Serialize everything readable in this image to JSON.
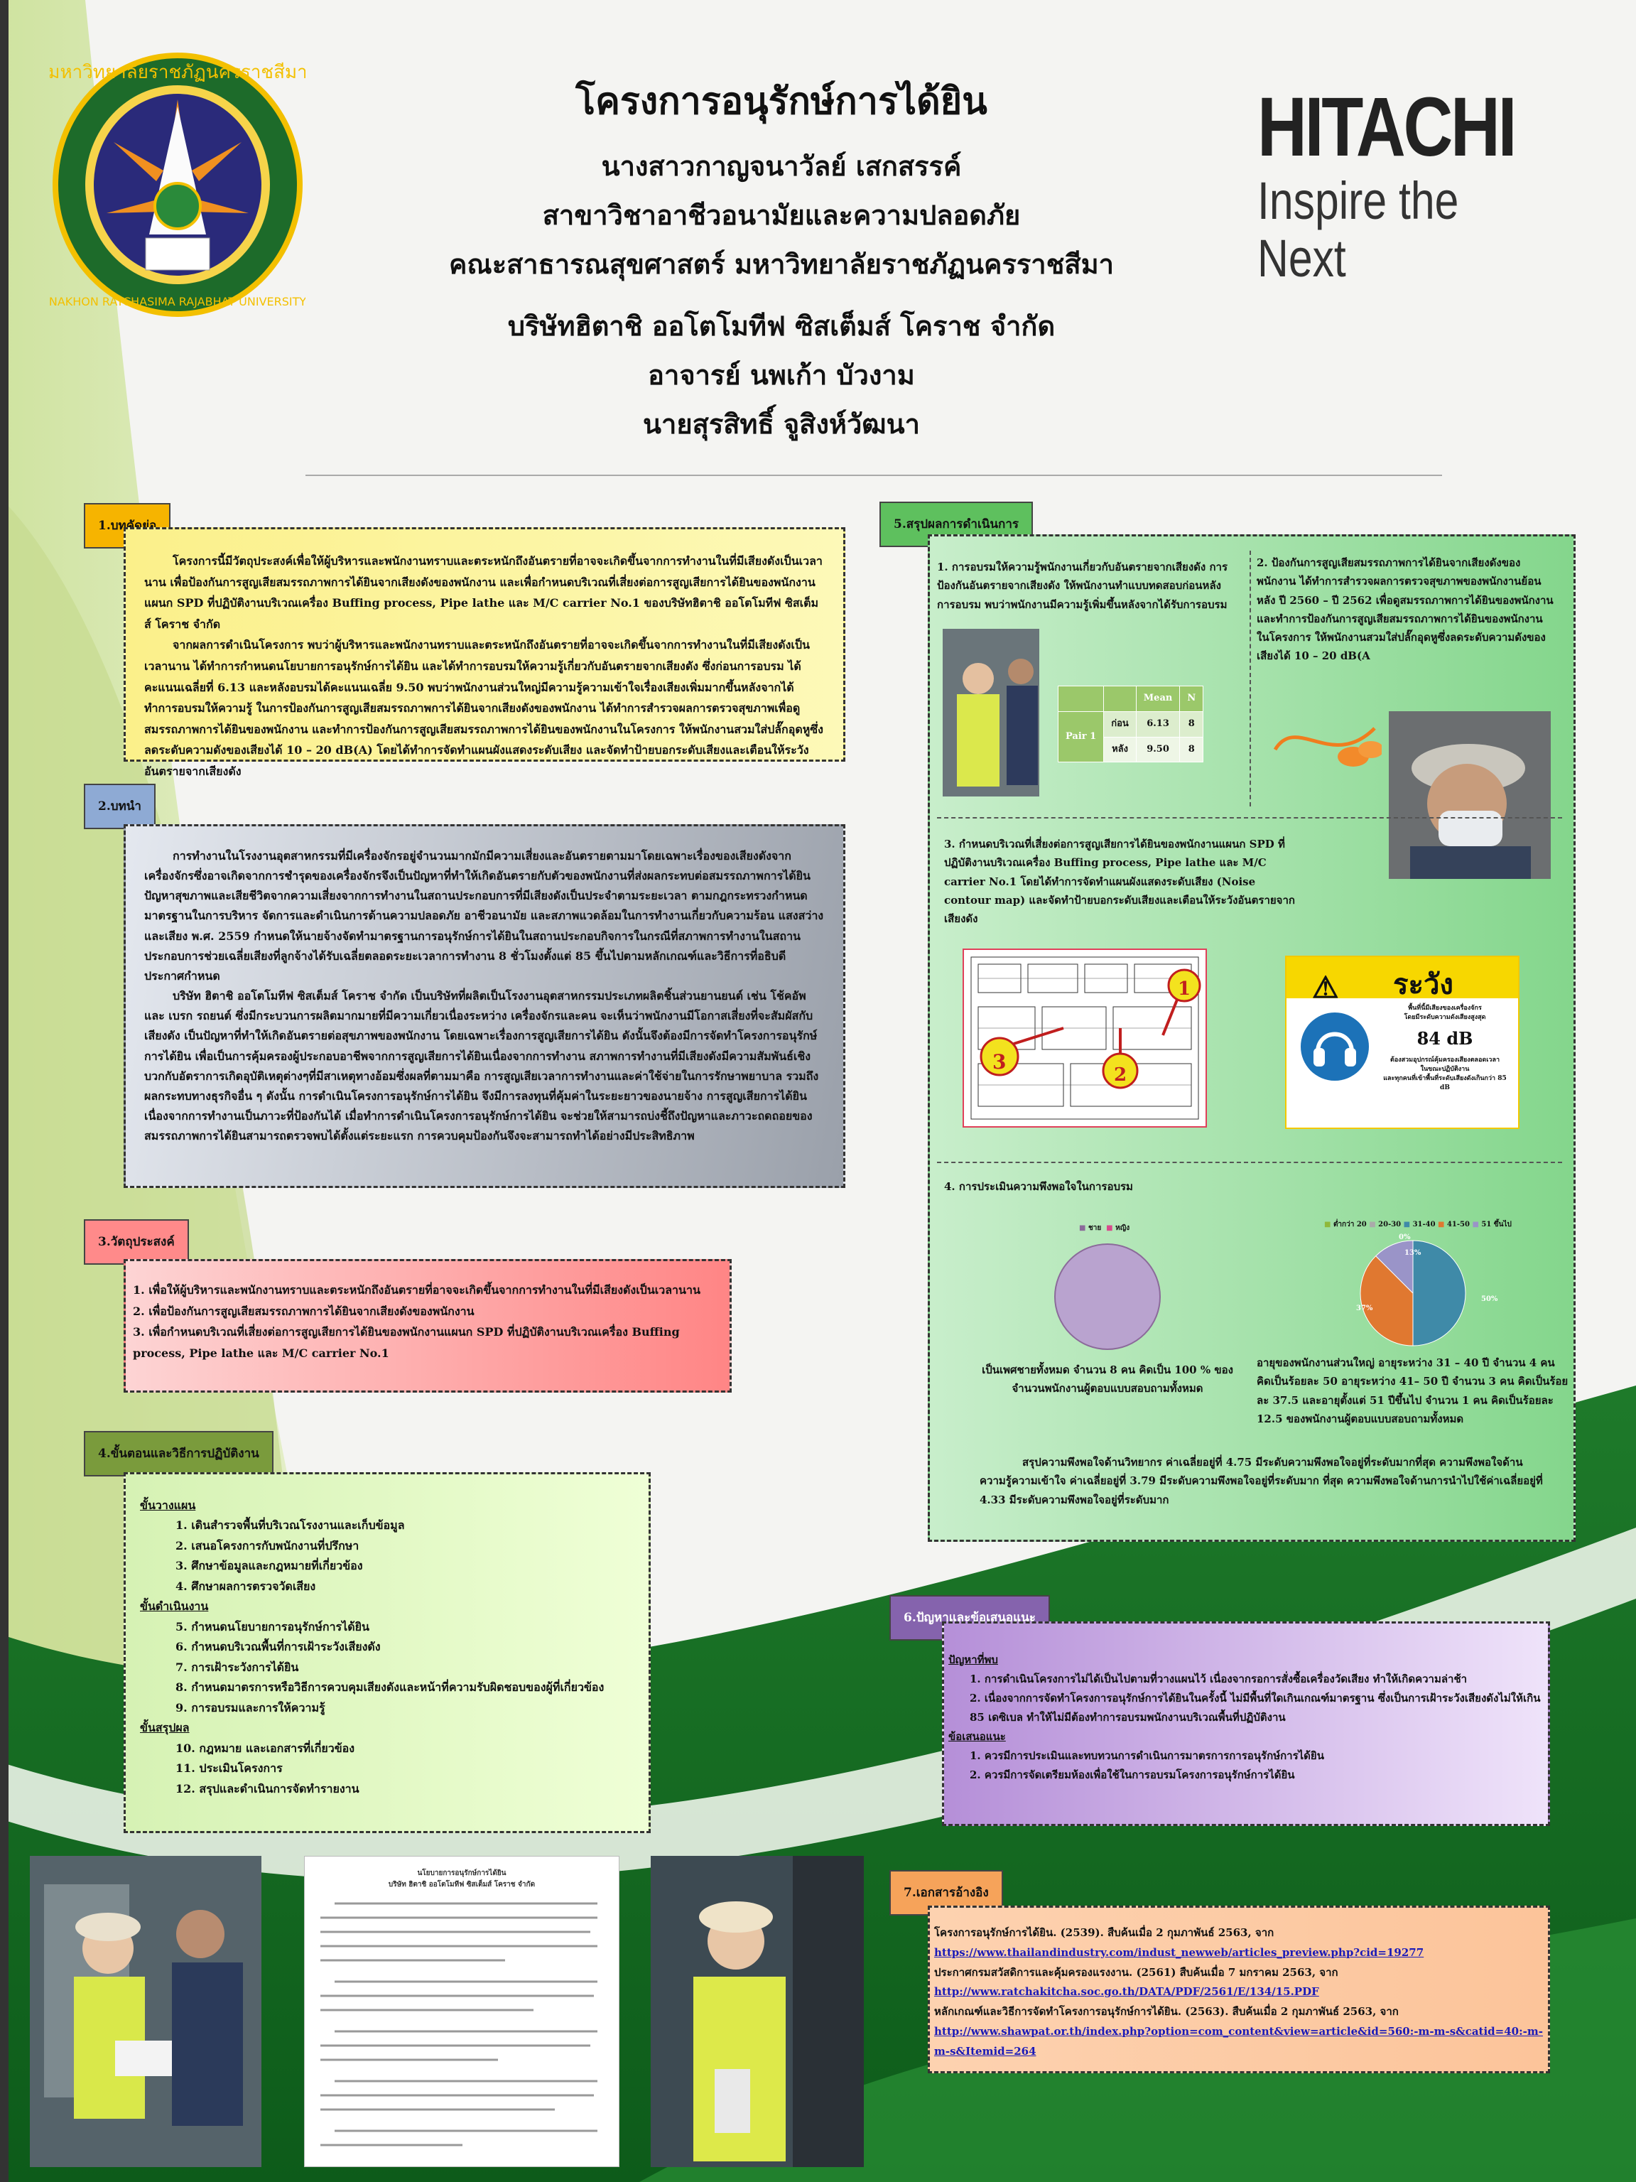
{
  "header": {
    "title": "โครงการอนุรักษ์การได้ยิน",
    "lines": [
      "นางสาวกาญจนาวัลย์ เสกสรรค์",
      "สาขาวิชาอาชีวอนามัยและความปลอดภัย",
      "คณะสาธารณสุขศาสตร์ มหาวิทยาลัยราชภัฏนครราชสีมา",
      "บริษัทฮิตาชิ ออโตโมทีฟ ซิสเต็มส์ โคราช จำกัด",
      "อาจารย์ นพเก้า บัวงาม",
      "นายสุรสิทธิ์ จูสิงห์วัฒนา"
    ],
    "brand": "HITACHI",
    "brand_tagline": "Inspire the Next",
    "university_seal_text": "มหาวิทยาลัยราชภัฏนครราชสีมา NAKHON RATCHASIMA RAJABHAT UNIVERSITY"
  },
  "abstract": {
    "tag": "1.บทคัดย่อ",
    "p1": "โครงการนี้มีวัตถุประสงค์เพื่อให้ผู้บริหารและพนักงานทราบและตระหนักถึงอันตรายที่อาจจะเกิดขึ้นจากการทำงานในที่มีเสียงดังเป็นเวลานาน เพื่อป้องกันการสูญเสียสมรรถภาพการได้ยินจากเสียงดังของพนักงาน และเพื่อกำหนดบริเวณที่เสี่ยงต่อการสูญเสียการได้ยินของพนักงานแผนก SPD ที่ปฏิบัติงานบริเวณเครื่อง Buffing process, Pipe lathe และ M/C carrier No.1 ของบริษัทฮิตาชิ ออโตโมทีฟ ซิสเต็มส์ โคราช จำกัด",
    "p2": "จากผลการดำเนินโครงการ พบว่าผู้บริหารและพนักงานทราบและตระหนักถึงอันตรายที่อาจจะเกิดขึ้นจากการทำงานในที่มีเสียงดังเป็นเวลานาน ได้ทำการกำหนดนโยบายการอนุรักษ์การได้ยิน และได้ทำการอบรมให้ความรู้เกี่ยวกับอันตรายจากเสียงดัง ซึ่งก่อนการอบรม ได้คะแนนเฉลี่ยที่ 6.13 และหลังอบรมได้คะแนนเฉลี่ย 9.50 พบว่าพนักงานส่วนใหญ่มีความรู้ความเข้าใจเรื่องเสียงเพิ่มมากขึ้นหลังจากได้ทำการอบรมให้ความรู้ ในการป้องกันการสูญเสียสมรรถภาพการได้ยินจากเสียงดังของพนักงาน ได้ทำการสำรวจผลการตรวจสุขภาพเพื่อดูสมรรถภาพการได้ยินของพนักงาน และทำการป้องกันการสูญเสียสมรรถภาพการได้ยินของพนักงานในโครงการ ให้พนักงานสวมใส่ปลั๊กอุดหูซึ่งลดระดับความดังของเสียงได้ 10 – 20 dB(A) โดยได้ทำการจัดทำแผนผังแสดงระดับเสียง และจัดทำป้ายบอกระดับเสียงและเตือนให้ระวังอันตรายจากเสียงดัง"
  },
  "intro": {
    "tag": "2.บทนำ",
    "p1": "การทำงานในโรงงานอุตสาหกรรมที่มีเครื่องจักรอยู่จำนวนมากมักมีความเสี่ยงและอันตรายตามมาโดยเฉพาะเรื่องของเสียงดังจากเครื่องจักรซึ่งอาจเกิดจากการชำรุดของเครื่องจักรจึงเป็นปัญหาที่ทำให้เกิดอันตรายกับตัวของพนักงานที่ส่งผลกระทบต่อสมรรถภาพการได้ยิน ปัญหาสุขภาพและเสียชีวิตจากความเสี่ยงจากการทำงานในสถานประกอบการที่มีเสียงดังเป็นประจำตามระยะเวลา ตามกฎกระทรวงกำหนดมาตรฐานในการบริหาร จัดการและดำเนินการด้านความปลอดภัย อาชีวอนามัย และสภาพแวดล้อมในการทำงานเกี่ยวกับความร้อน แสงสว่าง และเสียง พ.ศ. 2559 กำหนดให้นายจ้างจัดทำมาตรฐานการอนุรักษ์การได้ยินในสถานประกอบกิจการในกรณีที่สภาพการทำงานในสถานประกอบการช่วยเฉลี่ยเสียงที่ลูกจ้างได้รับเฉลี่ยตลอดระยะเวลาการทำงาน 8 ชั่วโมงตั้งแต่ 85 ขึ้นไปตามหลักเกณฑ์และวิธีการที่อธิบดีประกาศกำหนด",
    "p2": "บริษัท ฮิตาชิ ออโตโมทีฟ ซิสเต็มส์ โคราช จำกัด เป็นบริษัทที่ผลิตเป็นโรงงานอุตสาหกรรมประเภทผลิตชิ้นส่วนยานยนต์ เช่น โช้คอัพ และ เบรก รถยนต์ ซึ่งมีกระบวนการผลิตมากมายที่มีความเกี่ยวเนื่องระหว่าง เครื่องจักรและคน จะเห็นว่าพนักงานมีโอกาสเสี่ยงที่จะสัมผัสกับเสียงดัง เป็นปัญหาที่ทำให้เกิดอันตรายต่อสุขภาพของพนักงาน โดยเฉพาะเรื่องการสูญเสียการได้ยิน ดังนั้นจึงต้องมีการจัดทำโครงการอนุรักษ์การได้ยิน เพื่อเป็นการคุ้มครองผู้ประกอบอาชีพจากการสูญเสียการได้ยินเนื่องจากการทำงาน สภาพการทำงานที่มีเสียงดังมีความสัมพันธ์เชิงบวกกับอัตราการเกิดอุบัติเหตุต่างๆที่มีสาเหตุทางอ้อมซึ่งผลที่ตามมาคือ การสูญเสียเวลาการทำงานและค่าใช้จ่ายในการรักษาพยาบาล รวมถึงผลกระทบทางธุรกิจอื่น ๆ ดังนั้น การดำเนินโครงการอนุรักษ์การได้ยิน จึงมีการลงทุนที่คุ้มค่าในระยะยาวของนายจ้าง การสูญเสียการได้ยินเนื่องจากการทำงานเป็นภาวะที่ป้องกันได้ เมื่อทำการดำเนินโครงการอนุรักษ์การได้ยิน จะช่วยให้สามารถบ่งชี้ถึงปัญหาและภาวะถดถอยของสมรรถภาพการได้ยินสามารถตรวจพบได้ตั้งแต่ระยะแรก การควบคุมป้องกันจึงจะสามารถทำได้อย่างมีประสิทธิภาพ"
  },
  "objectives": {
    "tag": "3.วัตถุประสงค์",
    "items": [
      "1. เพื่อให้ผู้บริหารและพนักงานทราบและตระหนักถึงอันตรายที่อาจจะเกิดขึ้นจากการทำงานในที่มีเสียงดังเป็นเวลานาน",
      "2. เพื่อป้องกันการสูญเสียสมรรถภาพการได้ยินจากเสียงดังของพนักงาน",
      "3. เพื่อกำหนดบริเวณที่เสี่ยงต่อการสูญเสียการได้ยินของพนักงานแผนก SPD ที่ปฏิบัติงานบริเวณเครื่อง Buffing process, Pipe lathe และ M/C carrier No.1"
    ]
  },
  "steps": {
    "tag": "4.ขั้นตอนและวิธีการปฏิบัติงาน",
    "planning_head": "ขั้นวางแผน",
    "planning": [
      "1. เดินสำรวจพื้นที่บริเวณโรงงานและเก็บข้อมูล",
      "2. เสนอโครงการกับพนักงานที่ปรึกษา",
      "3. ศึกษาข้อมูลและกฎหมายที่เกี่ยวข้อง",
      "4. ศึกษาผลการตรวจวัดเสียง"
    ],
    "doing_head": "ขั้นดำเนินงาน",
    "doing": [
      "5. กำหนดนโยบายการอนุรักษ์การได้ยิน",
      "6. กำหนดบริเวณพื้นที่การเฝ้าระวังเสียงดัง",
      "7. การเฝ้าระวังการได้ยิน",
      "8. กำหนดมาตรการหรือวิธีการควบคุมเสียงดังและหน้าที่ความรับผิดชอบของผู้ที่เกี่ยวข้อง",
      "9. การอบรมและการให้ความรู้"
    ],
    "summary_head": "ขั้นสรุปผล",
    "summary": [
      "10. กฎหมาย และเอกสารที่เกี่ยวข้อง",
      "11. ประเมินโครงการ",
      "12. สรุปและดำเนินการจัดทำรายงาน"
    ]
  },
  "results": {
    "tag": "5.สรุปผลการดำเนินการ",
    "r1": "1. การอบรมให้ความรู้พนักงานเกี่ยวกับอันตรายจากเสียงดัง การป้องกันอันตรายจากเสียงดัง ให้พนักงานทำแบบทดสอบก่อนหลังการอบรม พบว่าพนักงานมีความรู้เพิ่มขึ้นหลังจากได้รับการอบรม",
    "r2": "2. ป้องกันการสูญเสียสมรรถภาพการได้ยินจากเสียงดังของพนักงาน ได้ทำการสำรวจผลการตรวจสุขภาพของพนักงานย้อนหลัง ปี 2560 – ปี 2562 เพื่อดูสมรรถภาพการได้ยินของพนักงาน และทำการป้องกันการสูญเสียสมรรถภาพการได้ยินของพนักงานในโครงการ ให้พนักงานสวมใส่ปลั๊กอุดหูซึ่งลดระดับความดังของเสียงได้ 10 – 20 dB(A",
    "table": {
      "col_mean": "Mean",
      "col_n": "N",
      "group": "Pair 1",
      "row1_label": "ก่อน",
      "row1_mean": "6.13",
      "row1_n": "8",
      "row2_label": "หลัง",
      "row2_mean": "9.50",
      "row2_n": "8"
    },
    "r3": "3. กำหนดบริเวณที่เสี่ยงต่อการสูญเสียการได้ยินของพนักงานแผนก SPD ที่ปฏิบัติงานบริเวณเครื่อง Buffing process, Pipe lathe และ M/C carrier No.1 โดยได้ทำการจัดทำแผนผังแสดงระดับเสียง (Noise contour map) และจัดทำป้ายบอกระดับเสียงและเตือนให้ระวังอันตรายจากเสียงดัง",
    "map_markers": [
      "1",
      "2",
      "3"
    ],
    "sign": {
      "title": "ระวัง",
      "line1": "พื้นที่นี้มีเสียงของเครื่องจักร",
      "line2": "โดยมีระดับความดังเสียงสูงสุด",
      "level": "84 dB",
      "line3": "ต้องสวมอุปกรณ์คุ้มครองเสียงตลอดเวลา",
      "line4": "ในขณะปฏิบัติงาน",
      "line5": "และทุกคนที่เข้าพื้นที่ระดับเสียงดังเกินกว่า 85 dB"
    },
    "r4": "4. การประเมินความพึงพอใจในการอบรม",
    "pie1_legend": [
      "ชาย",
      "หญิง"
    ],
    "pie1_caption": "เป็นเพศชายทั้งหมด จำนวน 8 คน คิดเป็น 100 % ของจำนวนพนักงานผู้ตอบแบบสอบถามทั้งหมด",
    "pie2_legend": [
      "ต่ำกว่า 20",
      "20-30",
      "31-40",
      "41-50",
      "51 ขึ้นไป"
    ],
    "pie2_labels": [
      "50%",
      "37%",
      "13%",
      "0%"
    ],
    "pie2_caption": "อายุของพนักงานส่วนใหญ่ อายุระหว่าง 31 – 40 ปี จำนวน 4 คน คิดเป็นร้อยละ 50 อายุระหว่าง 41– 50 ปี จำนวน 3 คน คิดเป็นร้อยละ 37.5 และอายุตั้งแต่ 51 ปีขึ้นไป จำนวน 1 คน คิดเป็นร้อยละ 12.5 ของพนักงานผู้ตอบแบบสอบถามทั้งหมด",
    "satisfaction": "สรุปความพึงพอใจด้านวิทยากร ค่าเฉลี่ยอยู่ที่ 4.75 มีระดับความพึงพอใจอยู่ที่ระดับมากที่สุด ความพึงพอใจด้านความรู้ความเข้าใจ ค่าเฉลี่ยอยู่ที่ 3.79 มีระดับความพึงพอใจอยู่ที่ระดับมาก ที่สุด ความพึงพอใจด้านการนำไปใช้ค่าเฉลี่ยอยู่ที่ 4.33 มีระดับความพึงพอใจอยู่ที่ระดับมาก"
  },
  "chart_data": [
    {
      "type": "pie",
      "categories": [
        "ชาย",
        "หญิง"
      ],
      "values": [
        100,
        0
      ]
    },
    {
      "type": "pie",
      "categories": [
        "ต่ำกว่า 20",
        "20-30",
        "31-40",
        "41-50",
        "51 ขึ้นไป"
      ],
      "values": [
        0,
        0,
        50,
        37.5,
        12.5
      ]
    }
  ],
  "problems": {
    "tag": "6.ปัญหาและข้อเสนอแนะ",
    "problem_head": "ปัญหาที่พบ",
    "problems": [
      "1. การดำเนินโครงการไม่ได้เป็นไปตามที่วางแผนไว้ เนื่องจากรอการสั่งซื้อเครื่องวัดเสียง ทำให้เกิดความล่าช้า",
      "2. เนื่องจากการจัดทำโครงการอนุรักษ์การได้ยินในครั้งนี้ ไม่มีพื้นที่ใดเกินเกณฑ์มาตรฐาน ซึ่งเป็นการเฝ้าระวังเสียงดังไม่ให้เกิน 85 เดซิเบล ทำให้ไม่มีต้องทำการอบรมพนักงานบริเวณพื้นที่ปฏิบัติงาน"
    ],
    "suggest_head": "ข้อเสนอแนะ",
    "suggestions": [
      "1. ควรมีการประเมินและทบทวนการดำเนินการมาตรการการอนุรักษ์การได้ยิน",
      "2. ควรมีการจัดเตรียมห้องเพื่อใช้ในการอบรมโครงการอนุรักษ์การได้ยิน"
    ]
  },
  "references": {
    "tag": "7.เอกสารอ้างอิง",
    "r1": "โครงการอนุรักษ์การได้ยิน. (2539). สืบค้นเมื่อ 2 กุมภาพันธ์ 2563, จาก",
    "r1_url": "https://www.thailandindustry.com/indust_newweb/articles_preview.php?cid=19277",
    "r2": "ประกาศกรมสวัสดิการและคุ้มครองแรงงาน. (2561) สืบค้นเมื่อ 7 มกราคม 2563, จาก",
    "r2_url": "http://www.ratchakitcha.soc.go.th/DATA/PDF/2561/E/134/15.PDF",
    "r3": "หลักเกณฑ์และวิธีการจัดทำโครงการอนุรักษ์การได้ยิน. (2563). สืบค้นเมื่อ 2 กุมภาพันธ์ 2563, จาก",
    "r3_url": "http://www.shawpat.or.th/index.php?option=com_content&view=article&id=560:-m-m-s&catid=40:-m-m-s&Itemid=264"
  },
  "doc_photo": {
    "title": "นโยบายการอนุรักษ์การได้ยิน",
    "subtitle": "บริษัท ฮิตาชิ ออโตโมทีฟ ซิสเต็มส์ โคราช จำกัด"
  },
  "colors": {
    "tag_abstract": "#f6b400",
    "tag_intro": "#8eaad4",
    "tag_objectives": "#ff8a8a",
    "tag_steps": "#7a9b3c",
    "tag_results": "#5ec05e",
    "tag_problems": "#8563ad",
    "tag_references": "#f6a35a"
  }
}
